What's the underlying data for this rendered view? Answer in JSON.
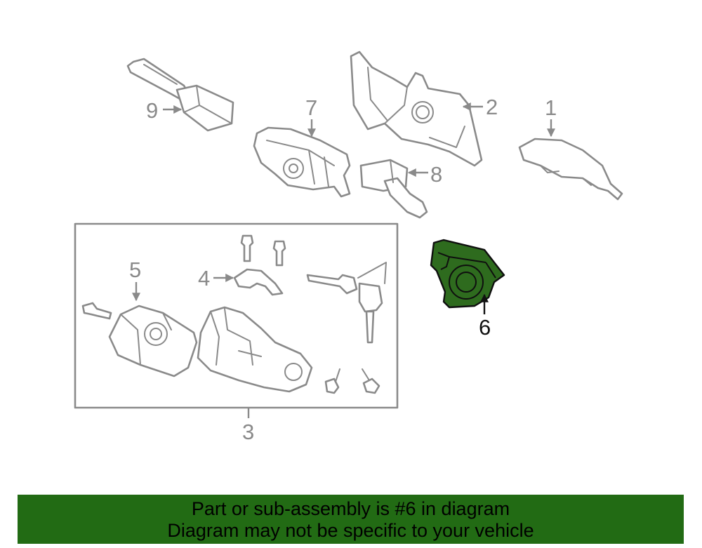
{
  "callouts": {
    "c1": "1",
    "c2": "2",
    "c3": "3",
    "c4": "4",
    "c5": "5",
    "c6": "6",
    "c7": "7",
    "c8": "8",
    "c9": "9"
  },
  "colors": {
    "highlight": "#2e6b1e",
    "banner": "#226b14",
    "line_art": "#8a8a8a"
  },
  "banner": {
    "line1": "Part or sub-assembly is #6 in diagram",
    "line2": "Diagram may not be specific to your vehicle"
  }
}
